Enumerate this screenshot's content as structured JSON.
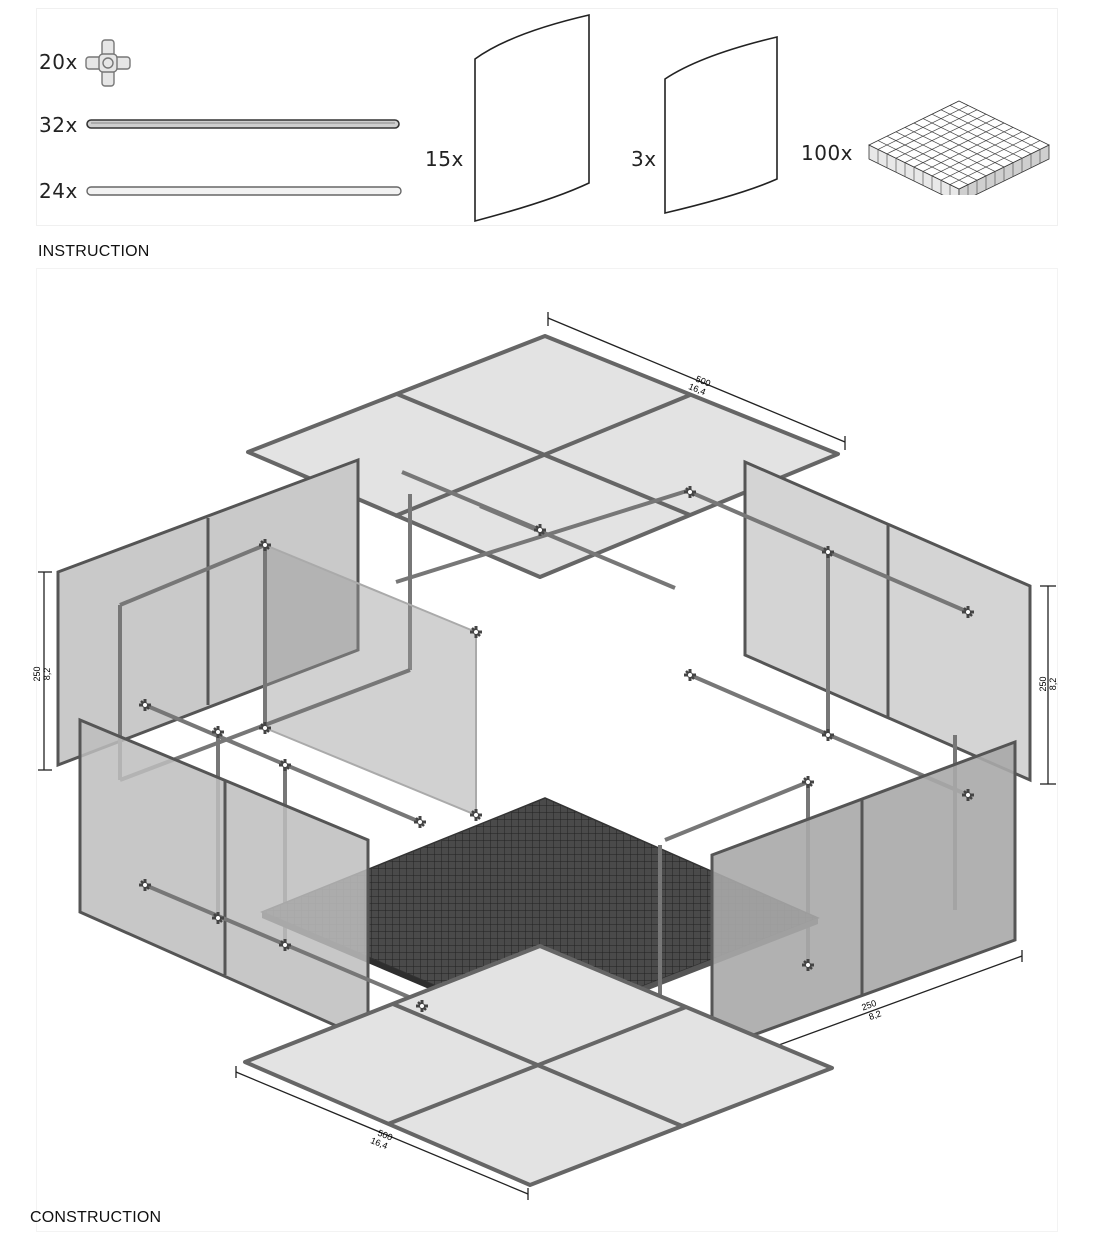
{
  "parts": {
    "connector": {
      "count": "20x",
      "icon": "six-way-connector-icon"
    },
    "long_tube": {
      "count": "32x",
      "icon": "dark-tube-icon"
    },
    "short_tube": {
      "count": "24x",
      "icon": "light-tube-icon"
    },
    "large_panel": {
      "count": "15x",
      "icon": "large-panel-icon"
    },
    "small_panel": {
      "count": "3x",
      "icon": "small-panel-icon"
    },
    "floor_tile": {
      "count": "100x",
      "icon": "floor-tile-grid-icon"
    }
  },
  "labels": {
    "instruction": "INSTRUCTION",
    "construction": "CONSTRUCTION"
  },
  "dimensions": {
    "top_width": {
      "value": "500",
      "sub": "16,4"
    },
    "bottom_width": {
      "value": "500",
      "sub": "16,4"
    },
    "left_height": {
      "value": "250",
      "sub": "8,2"
    },
    "right_height": {
      "value": "250",
      "sub": "8,2"
    },
    "front_right_width": {
      "value": "250",
      "sub": "8,2"
    }
  },
  "colors": {
    "panel_fill": "#d9d9d9",
    "panel_dark": "#9c9c9c",
    "frame": "#555555",
    "floor": "#3a3a3a"
  }
}
